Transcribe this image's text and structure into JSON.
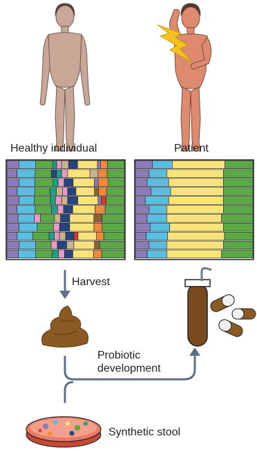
{
  "labels": {
    "healthy": "Healthy individual",
    "patient": "Patient",
    "harvest": "Harvest",
    "probiotic_line1": "Probiotic",
    "probiotic_line2": "development",
    "synthetic": "Synthetic stool"
  },
  "colors": {
    "purple": "#8b7cb8",
    "blue": "#5bbde0",
    "green": "#5aa846",
    "yellow": "#f8e27a",
    "pink": "#e79ac4",
    "teal": "#1aa283",
    "navy": "#26457f",
    "orange": "#ef8a3c",
    "tan": "#c9b38f",
    "brown": "#8a6234",
    "red": "#d43b2b",
    "healthy_skin": "#c8a796",
    "patient_skin": "#dd8a6f",
    "lightning": "#f5c321",
    "stool": "#8a5a23",
    "arrow": "#5b6f86",
    "plate": "#ea7a63"
  },
  "healthy_rows": [
    [
      "purple",
      "blue",
      "green",
      "teal",
      "pink",
      "tan",
      "navy",
      "yellow",
      "purple",
      "orange",
      "green"
    ],
    [
      "purple",
      "blue",
      "green",
      "navy",
      "teal",
      "pink",
      "yellow",
      "tan",
      "orange",
      "green"
    ],
    [
      "purple",
      "blue",
      "green",
      "teal",
      "pink",
      "navy",
      "yellow",
      "purple",
      "orange",
      "green"
    ],
    [
      "purple",
      "blue",
      "green",
      "teal",
      "tan",
      "pink",
      "navy",
      "yellow",
      "brown",
      "orange",
      "green"
    ],
    [
      "purple",
      "blue",
      "green",
      "teal",
      "pink",
      "tan",
      "navy",
      "yellow",
      "purple",
      "red",
      "green"
    ],
    [
      "purple",
      "blue",
      "green",
      "teal",
      "pink",
      "navy",
      "yellow",
      "orange",
      "green"
    ],
    [
      "purple",
      "blue",
      "pink",
      "green",
      "tan",
      "navy",
      "yellow",
      "brown",
      "green"
    ],
    [
      "purple",
      "blue",
      "green",
      "pink",
      "navy",
      "yellow",
      "orange",
      "green"
    ],
    [
      "purple",
      "blue",
      "green",
      "teal",
      "pink",
      "tan",
      "navy",
      "red",
      "yellow",
      "orange",
      "green"
    ],
    [
      "purple",
      "blue",
      "green",
      "pink",
      "navy",
      "tan",
      "yellow",
      "brown",
      "green"
    ],
    [
      "purple",
      "blue",
      "green",
      "teal",
      "pink",
      "navy",
      "yellow",
      "orange",
      "green"
    ]
  ],
  "patient_rows": [
    [
      "purple",
      "blue",
      "yellow",
      "green"
    ],
    [
      "purple",
      "blue",
      "yellow",
      "green"
    ],
    [
      "purple",
      "blue",
      "yellow",
      "green"
    ],
    [
      "purple",
      "blue",
      "yellow",
      "green"
    ],
    [
      "purple",
      "blue",
      "yellow",
      "green"
    ],
    [
      "purple",
      "blue",
      "yellow",
      "green"
    ],
    [
      "purple",
      "blue",
      "yellow",
      "green"
    ],
    [
      "purple",
      "blue",
      "yellow",
      "green"
    ],
    [
      "purple",
      "blue",
      "yellow",
      "green"
    ],
    [
      "purple",
      "blue",
      "yellow",
      "green"
    ],
    [
      "purple",
      "blue",
      "yellow",
      "green"
    ]
  ]
}
